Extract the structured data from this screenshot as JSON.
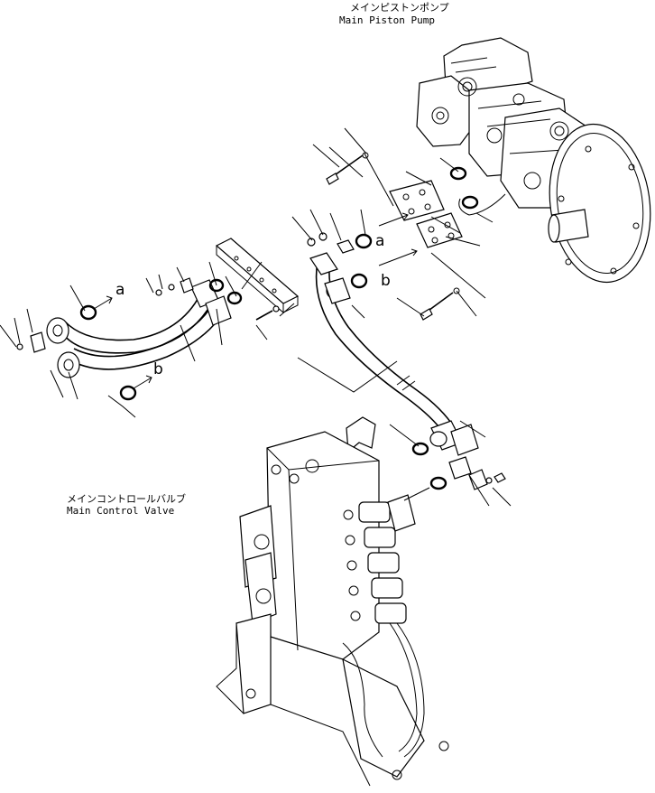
{
  "labels": {
    "pump_jp": "メインピストンポンプ",
    "pump_en": "Main Piston Pump",
    "valve_jp": "メインコントロールバルブ",
    "valve_en": "Main Control Valve"
  },
  "refs": {
    "a": "a",
    "b": "b"
  }
}
